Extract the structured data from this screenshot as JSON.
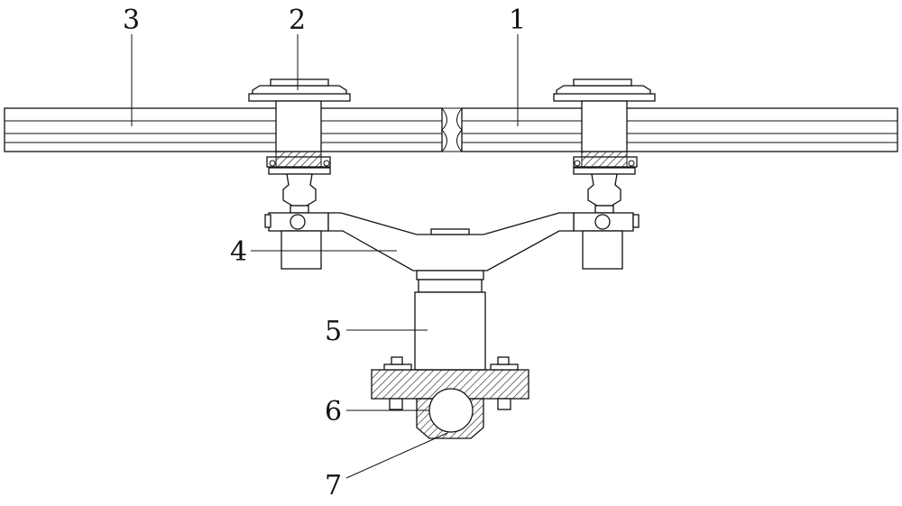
{
  "figure": {
    "labels": [
      {
        "key": "rail",
        "text": "1"
      },
      {
        "key": "trolley",
        "text": "2"
      },
      {
        "key": "track",
        "text": "3"
      },
      {
        "key": "beam",
        "text": "4"
      },
      {
        "key": "column",
        "text": "5"
      },
      {
        "key": "pipe",
        "text": "6"
      },
      {
        "key": "clamp",
        "text": "7"
      }
    ]
  },
  "colors": {
    "line": "#111111",
    "background": "#ffffff"
  }
}
